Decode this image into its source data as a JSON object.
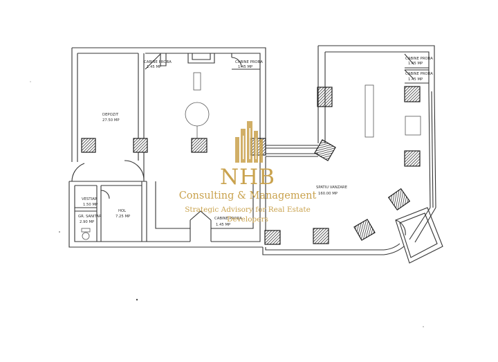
{
  "plan": {
    "rooms": {
      "depozit": {
        "name": "DEPOZIT",
        "area": "27.50 MP"
      },
      "cabine_top_left": {
        "name": "CABINE PROBA",
        "area": "1.45 MP"
      },
      "cabine_top_mid": {
        "name": "CABINE PROBA",
        "area": "1.45 MP"
      },
      "cabine_right_1": {
        "name": "CABINE PROBA",
        "area": "1.45 MP"
      },
      "cabine_right_2": {
        "name": "CABINE PROBA",
        "area": "1.45 MP"
      },
      "cabine_bottom": {
        "name": "CABINE PROBA",
        "area": "1.45 MP"
      },
      "spatiu_vanzare": {
        "name": "SPATIU VANZARE",
        "area": "160.00 MP"
      },
      "vestiar": {
        "name": "VESTIAR",
        "area": "1.50 MP"
      },
      "hol": {
        "name": "HOL",
        "area": "7.25 MP"
      },
      "gr_sanitar": {
        "name": "GR. SANITAR",
        "area": "2.90 MP"
      }
    }
  },
  "watermark": {
    "title": "NHB",
    "subtitle": "Consulting & Management",
    "tagline_line1": "Strategic Advisory for Real Estate",
    "tagline_line2": "Developers",
    "color": "#c9a24d",
    "icon": "buildings-logo-icon"
  },
  "colors": {
    "line": "#333333",
    "paper": "#ffffff",
    "gold": "#c9a24d"
  }
}
